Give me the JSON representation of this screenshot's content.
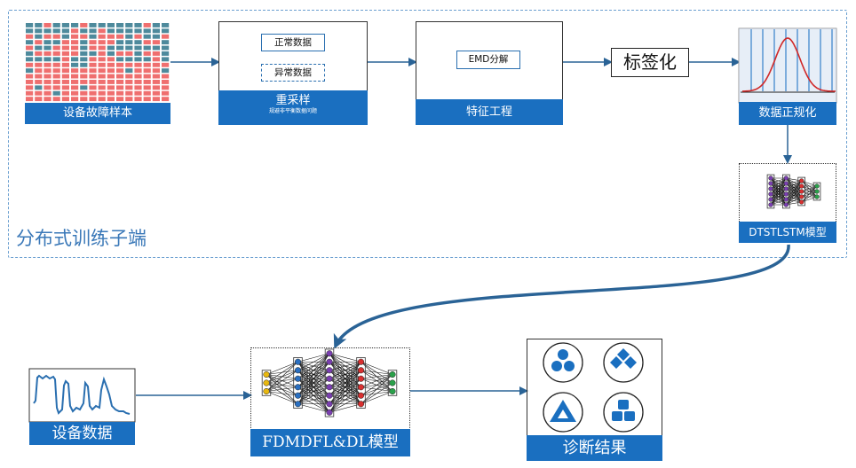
{
  "region": {
    "label": "分布式训练子端"
  },
  "nodes": {
    "samples": {
      "label": "设备故障样本"
    },
    "resample": {
      "label": "重采样",
      "sublabel": "规避非平衡数据问题",
      "normal": "正常数据",
      "abnormal": "异常数据"
    },
    "feature": {
      "label": "特征工程",
      "emd": "EMD分解"
    },
    "tagging": {
      "label": "标签化"
    },
    "normalize": {
      "label": "数据正规化"
    },
    "dtstlstm": {
      "label": "DTSTLSTM模型"
    },
    "devdata": {
      "label": "设备数据"
    },
    "fdmdfl": {
      "label": "FDMDFL&DL模型"
    },
    "result": {
      "label": "诊断结果"
    }
  },
  "colors": {
    "accent": "#1a6fc0",
    "red": "#ef6f6f",
    "teal": "#4e8a9c",
    "curve": "#e04040"
  },
  "icons": [
    "circle-cluster-icon",
    "diamond-cluster-icon",
    "triangle-cluster-icon",
    "cube-cluster-icon"
  ]
}
